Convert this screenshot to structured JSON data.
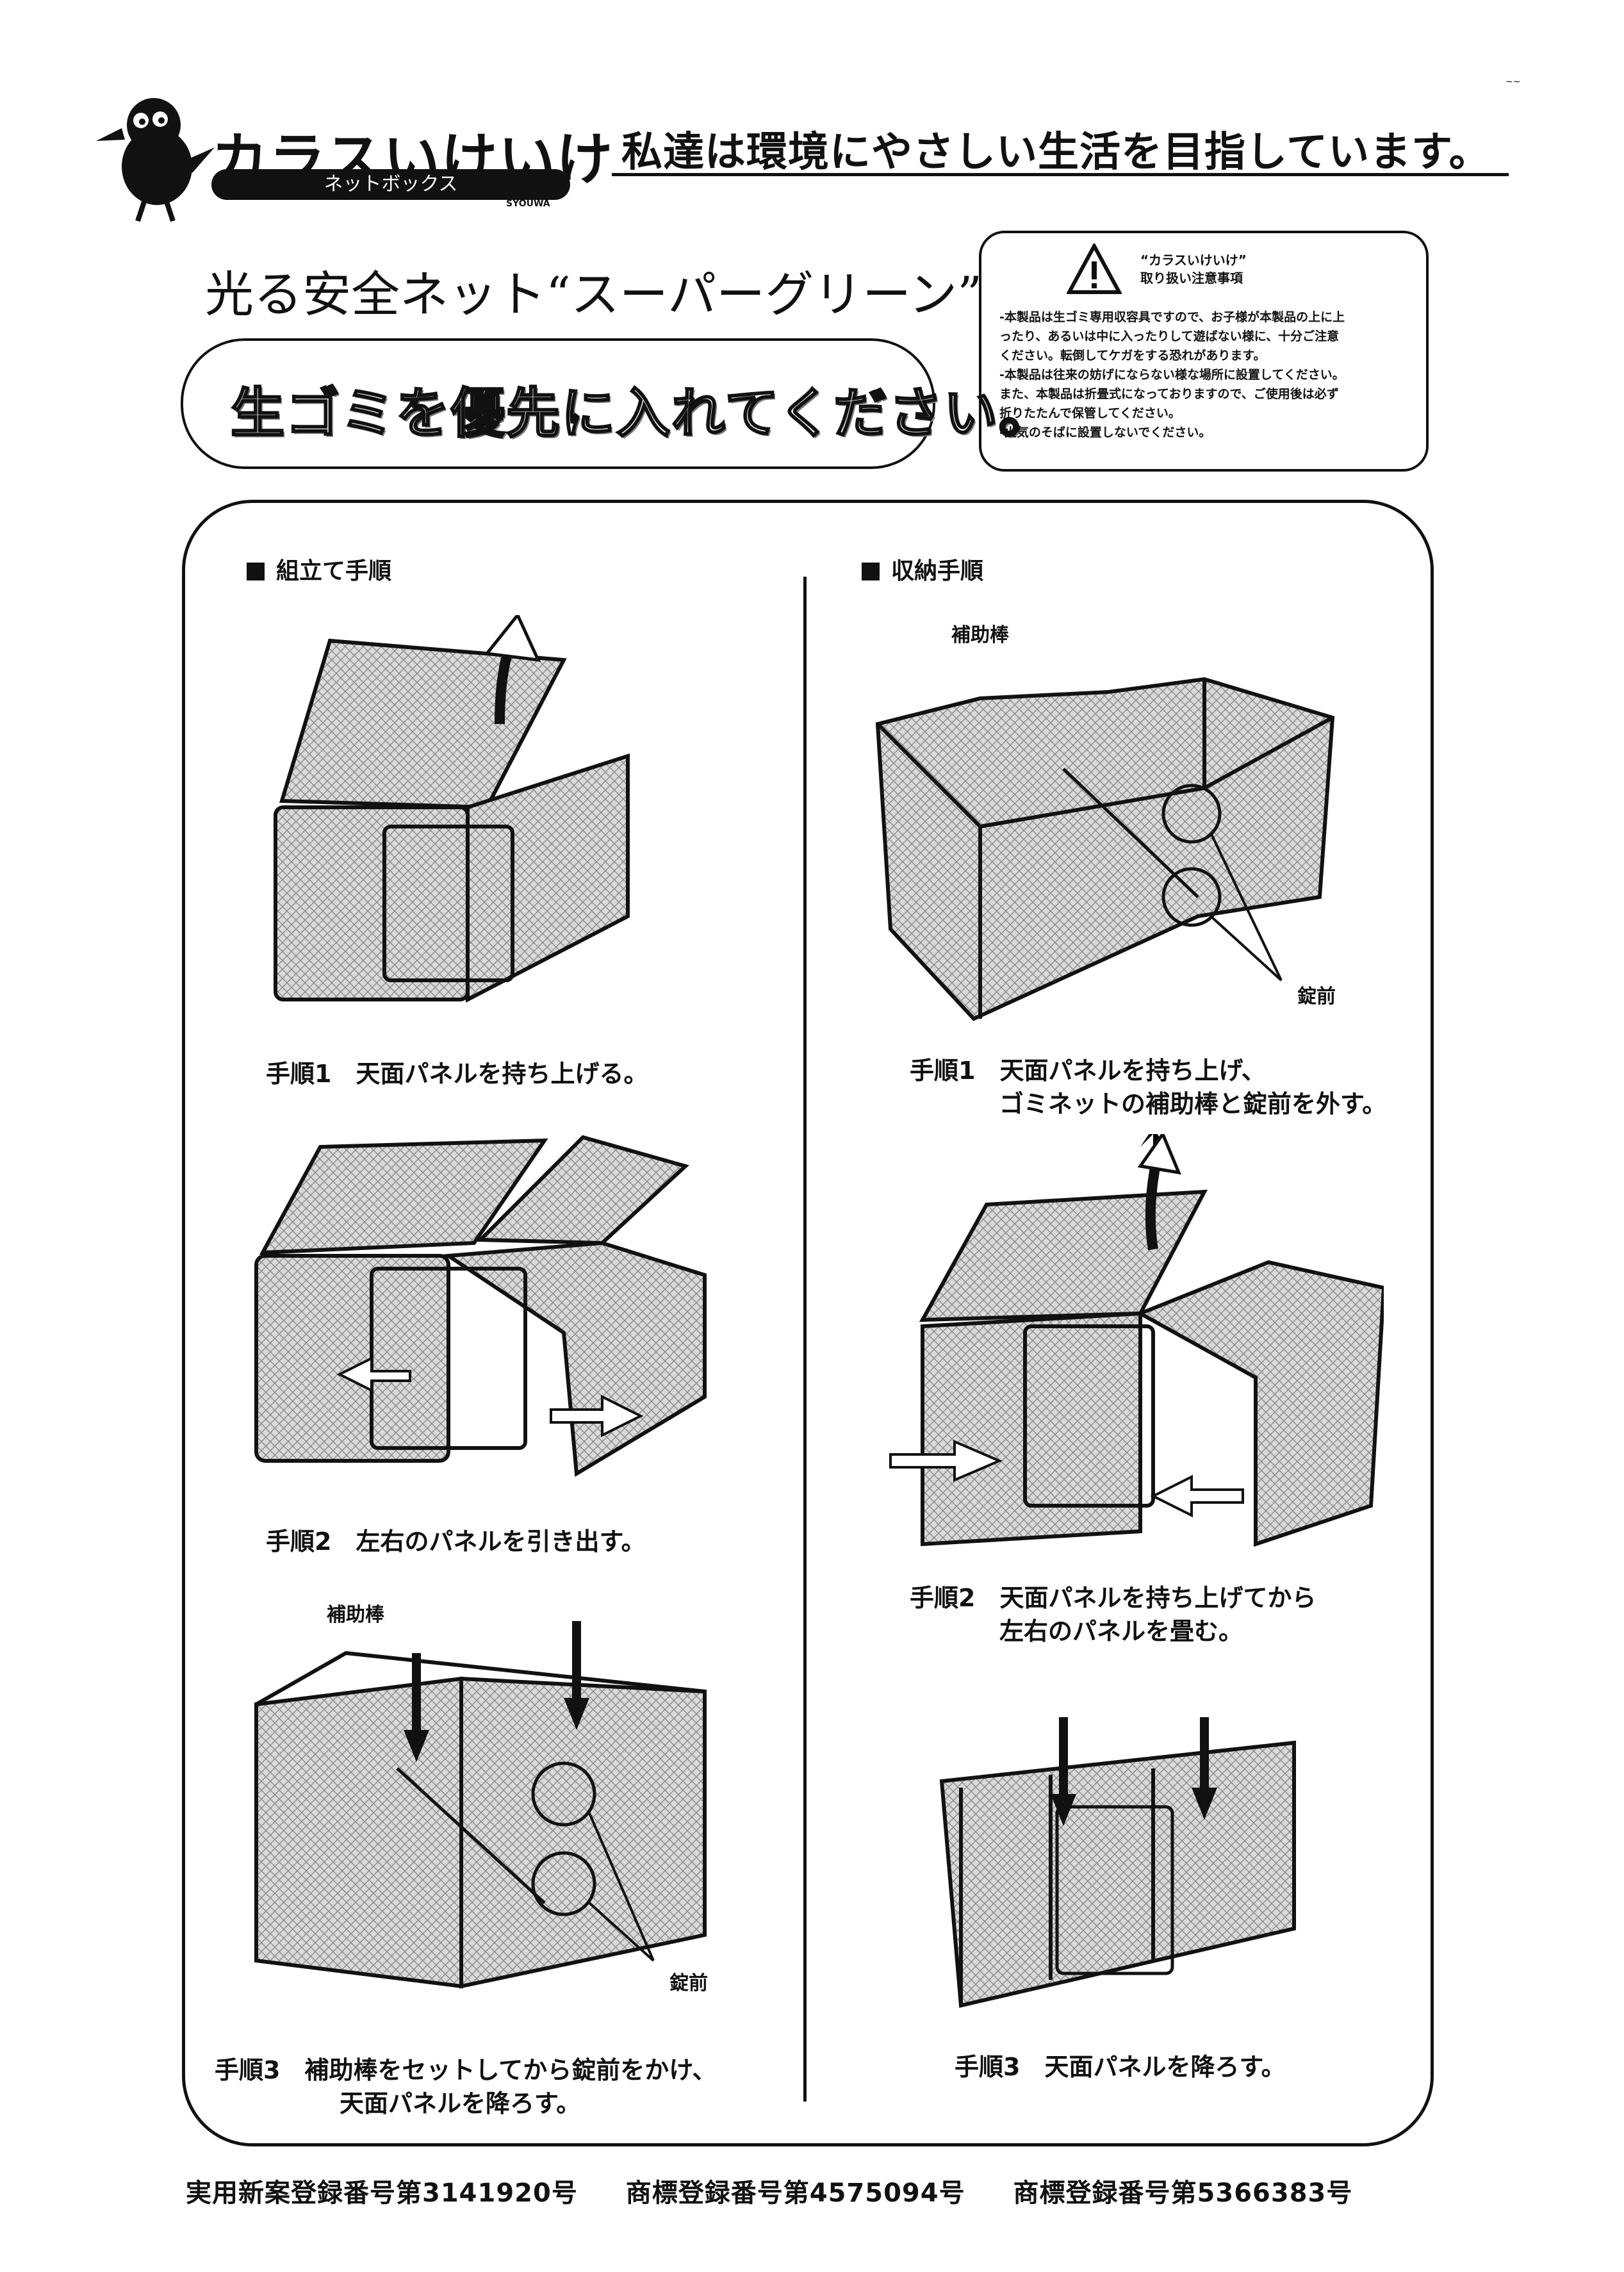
{
  "header": {
    "logo_title": "カラスいけいけ",
    "logo_subtitle": "ネットボックス",
    "logo_brand": "SYOUWA",
    "slogan": "私達は環境にやさしい生活を目指しています。",
    "corner_mark": "~~"
  },
  "product": {
    "title": "光る安全ネット“スーパーグリーン”",
    "banner": "生ゴミを優先に入れてください。"
  },
  "caution": {
    "title": "“カラスいけいけ”",
    "subtitle": "取り扱い注意事項",
    "lines": [
      "-本製品は生ゴミ専用収容具ですので、お子様が本製品の上に上",
      "ったり、あるいは中に入ったりして遊ばない様に、十分ご注意",
      "ください。転倒してケガをする恐れがあります。",
      "-本製品は往来の妨げにならない様な場所に設置してください。",
      "また、本製品は折畳式になっておりますので、ご使用後は必ず",
      "折りたたんで保管してください。",
      "-火気のそばに設置しないでください。"
    ]
  },
  "assembly": {
    "heading": "組立て手順",
    "step1": "手順1　天面パネルを持ち上げる。",
    "step2": "手順2　左右のパネルを引き出す。",
    "step3_line1": "手順3　補助棒をセットしてから錠前をかけ、",
    "step3_line2": "天面パネルを降ろす。",
    "label_bar": "補助棒",
    "label_lock": "錠前"
  },
  "storage": {
    "heading": "収納手順",
    "step1_line1": "手順1　天面パネルを持ち上げ、",
    "step1_line2": "ゴミネットの補助棒と錠前を外す。",
    "step2_line1": "手順2　天面パネルを持ち上げてから",
    "step2_line2": "左右のパネルを畳む。",
    "step3": "手順3　天面パネルを降ろす。",
    "label_bar": "補助棒",
    "label_lock": "錠前"
  },
  "footer": {
    "reg1": "実用新案登録番号第3141920号",
    "reg2": "商標登録番号第4575094号",
    "reg3": "商標登録番号第5366383号"
  }
}
